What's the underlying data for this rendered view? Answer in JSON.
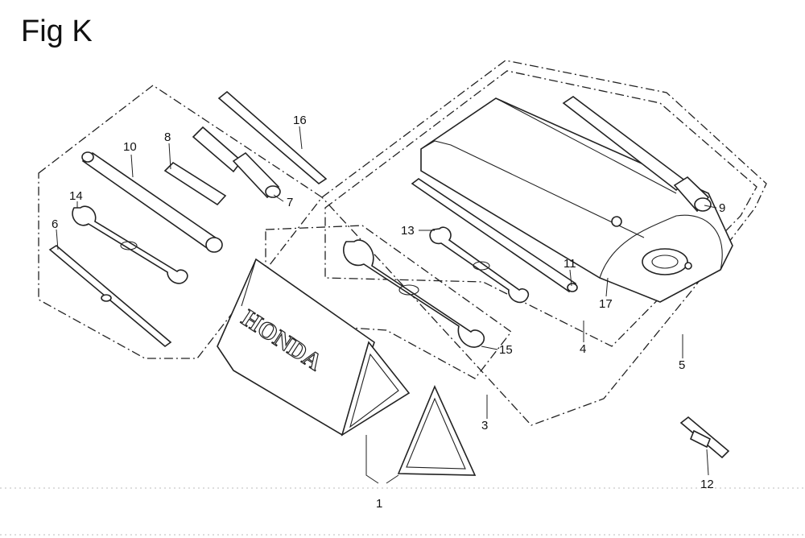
{
  "figure": {
    "title": "Fig K"
  },
  "callouts": [
    "1",
    "3",
    "4",
    "5",
    "6",
    "7",
    "8",
    "9",
    "10",
    "11",
    "12",
    "13",
    "14",
    "15",
    "16",
    "17"
  ],
  "brand": {
    "text": "HONDA",
    "color": "#222222"
  },
  "colors": {
    "line": "#222222",
    "background": "#ffffff"
  }
}
